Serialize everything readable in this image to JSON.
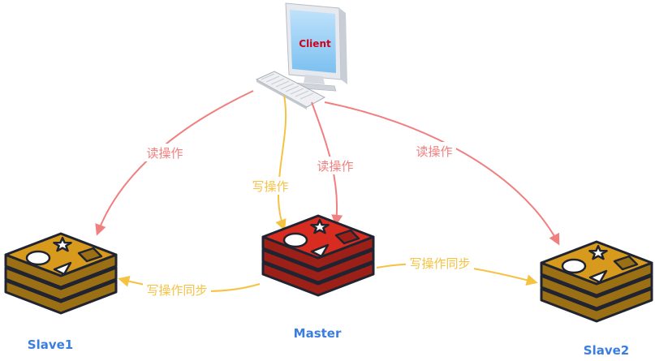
{
  "client": {
    "label": "Client",
    "label_color": "#d0021b"
  },
  "nodes": {
    "master": {
      "label": "Master",
      "color": "#d82c20"
    },
    "slave1": {
      "label": "Slave1",
      "color": "#d79a1c"
    },
    "slave2": {
      "label": "Slave2",
      "color": "#d79a1c"
    }
  },
  "edges": {
    "read_slave1": {
      "label": "读操作"
    },
    "write_master": {
      "label": "写操作"
    },
    "read_master": {
      "label": "读操作"
    },
    "read_slave2": {
      "label": "读操作"
    },
    "sync_slave1": {
      "label": "写操作同步"
    },
    "sync_slave2": {
      "label": "写操作同步"
    }
  },
  "colors": {
    "read": "#f08080",
    "write": "#f5c242",
    "node_label": "#3b7de0",
    "outline": "#1f2430"
  }
}
